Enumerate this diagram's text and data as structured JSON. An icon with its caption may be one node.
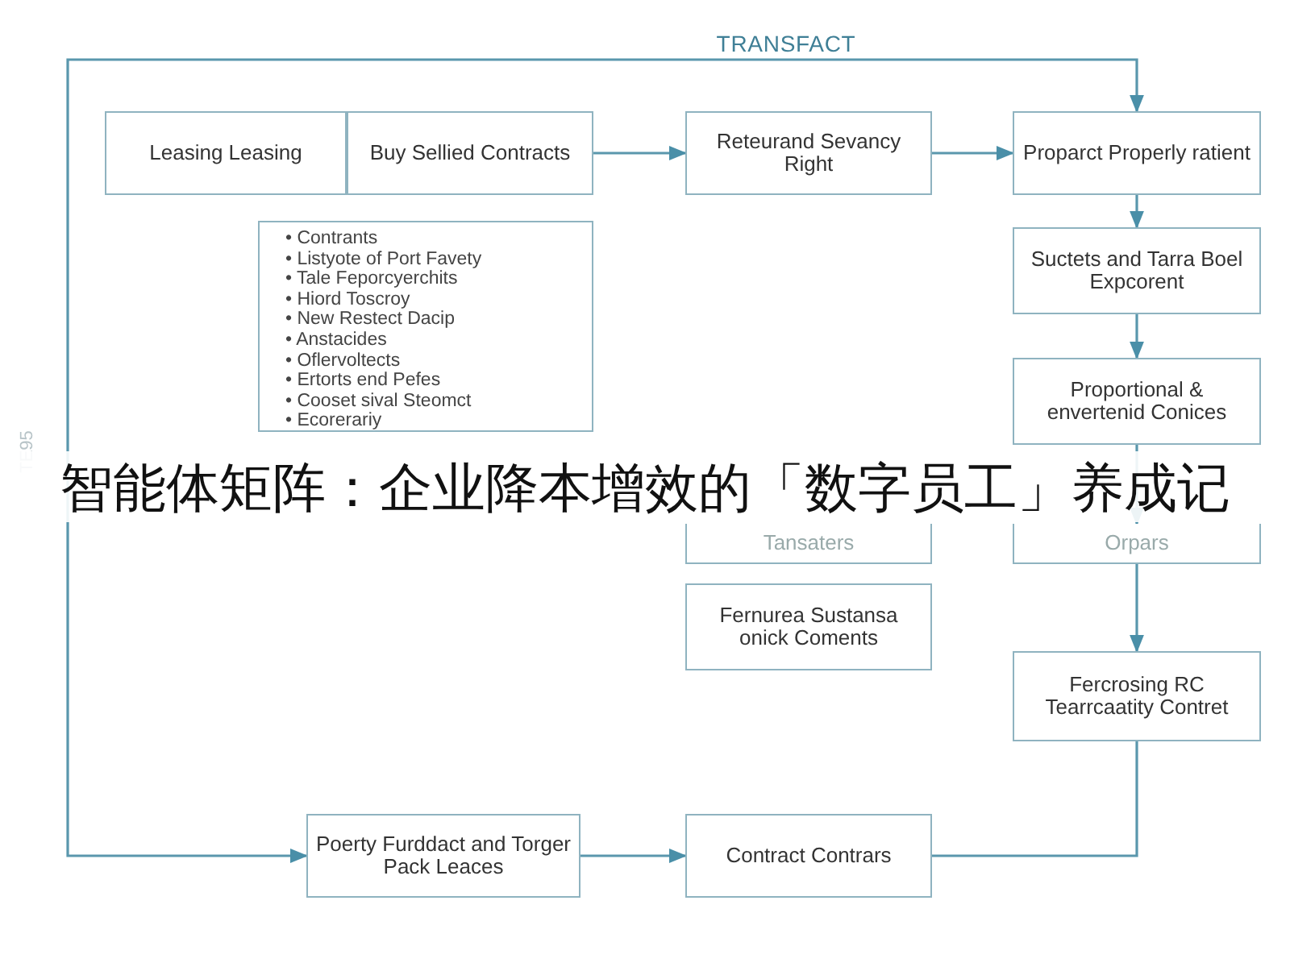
{
  "diagram": {
    "title": "智能体矩阵：企业降本增效的「数字员工」养成记",
    "nodes": [
      {
        "text": [
          "Leasing Leasing"
        ]
      },
      {
        "text": [
          "Buy Sellied Contracts"
        ]
      },
      {
        "text": [
          "Reteurand Sevancy Right"
        ]
      },
      {
        "text": [
          "Proparct Properly ratient"
        ]
      },
      {
        "text": [
          "• Contrants",
          "• Listyote of Port Favety",
          "• Tale Feporcyerchits",
          "• Hiord Toscroy",
          "• New Restect Dacip",
          "• Anstacides",
          "• Oflervoltects",
          "• Ertorts end Pefes",
          "• Cooset sival Steomct",
          "• Ecorerariy"
        ]
      },
      {
        "text": [
          "Suctets and Tarra Boel Expcorent"
        ]
      },
      {
        "text": [
          "Proportional & envertenid Conices"
        ]
      },
      {
        "text": [
          "Tansaters"
        ]
      },
      {
        "text": [
          "Orpars"
        ]
      },
      {
        "text": [
          "Fernurea Sustansa onick Coments"
        ]
      },
      {
        "text": [
          "Fercrosing RC Tearrcaatity Contret"
        ]
      },
      {
        "text": [
          "Poerty Furddact and Torger Pack Leaces"
        ]
      },
      {
        "text": [
          "Contract Contrars"
        ]
      }
    ],
    "edges": [
      {
        "from": 1,
        "to": 2,
        "arrow": "to"
      },
      {
        "from": 2,
        "to": 3,
        "arrow": "to"
      },
      {
        "from": 3,
        "to": 5,
        "arrow": "to"
      },
      {
        "from": 5,
        "to": 6,
        "arrow": "to"
      },
      {
        "from": 6,
        "to": 8,
        "arrow": "to"
      },
      {
        "from": 8,
        "to": 10,
        "arrow": "to"
      },
      {
        "from": 11,
        "to": 12,
        "arrow": "to"
      },
      {
        "from": 12,
        "to": 10,
        "arrow": "none"
      },
      {
        "from": 3,
        "to": 11,
        "arrow": "both",
        "label": "TRANSFACT"
      }
    ],
    "labels": [
      "TE95"
    ]
  }
}
